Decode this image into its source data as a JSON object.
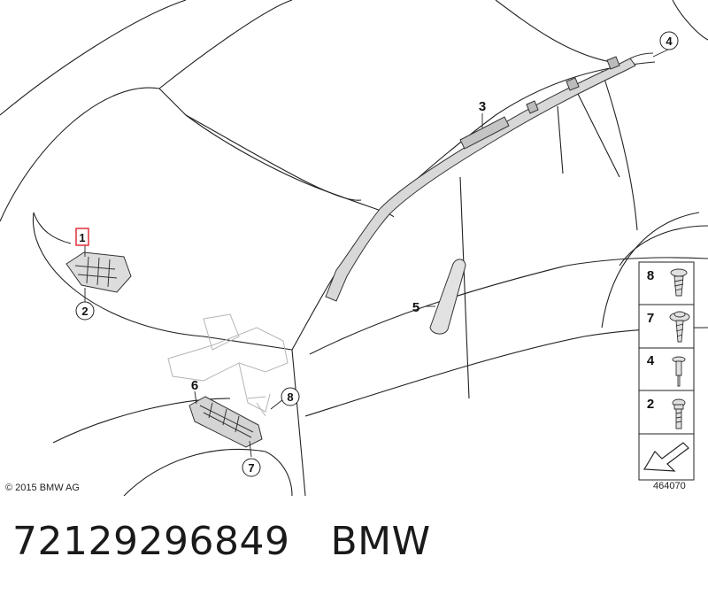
{
  "diagram": {
    "copyright": "© 2015 BMW AG",
    "diagram_number": "464070",
    "callouts": {
      "c1": "1",
      "c2": "2",
      "c3": "3",
      "c4": "4",
      "c5": "5",
      "c6": "6",
      "c7": "7",
      "c8": "8"
    },
    "legend": {
      "rows": [
        {
          "label": "8",
          "icon": "screw-icon"
        },
        {
          "label": "7",
          "icon": "flange-screw-icon"
        },
        {
          "label": "4",
          "icon": "rivet-icon"
        },
        {
          "label": "2",
          "icon": "bolt-icon"
        }
      ],
      "extra_icon": "arrow-pointer-icon"
    },
    "highlight_color": "#e0303a"
  },
  "caption": {
    "part_number": "72129296849",
    "brand": "BMW"
  }
}
